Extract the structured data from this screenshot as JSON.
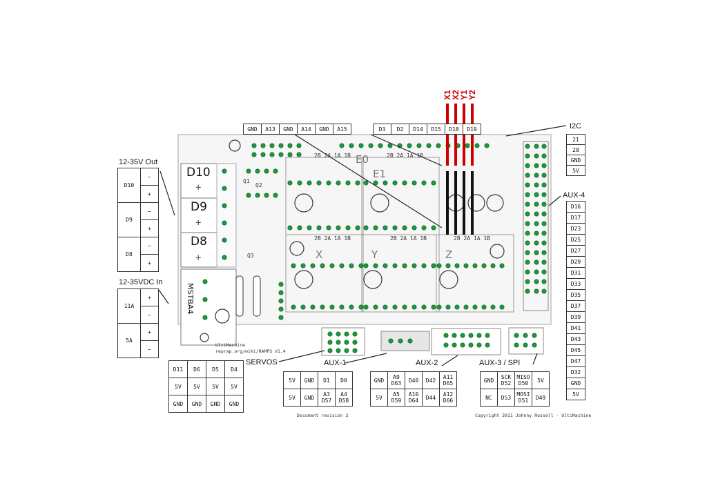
{
  "top_headers": {
    "left": [
      "GND",
      "A13",
      "GND",
      "A14",
      "GND",
      "A15"
    ],
    "right": [
      "D3",
      "D2",
      "D14",
      "D15",
      "D18",
      "D19"
    ]
  },
  "red_pins": [
    "X1",
    "X2",
    "Y1",
    "Y2"
  ],
  "labels": {
    "i2c": "I2C",
    "aux4": "AUX-4",
    "out": "12-35V Out",
    "in": "12-35VDC In",
    "servos": "SERVOS",
    "aux1": "AUX-1",
    "aux2": "AUX-2",
    "aux3": "AUX-3 / SPI"
  },
  "i2c_table": [
    "21",
    "20",
    "GND",
    "5V"
  ],
  "aux4_table": [
    "D16",
    "D17",
    "D23",
    "D25",
    "D27",
    "D29",
    "D31",
    "D33",
    "D35",
    "D37",
    "D39",
    "D41",
    "D43",
    "D45",
    "D47",
    "D32",
    "GND",
    "5V"
  ],
  "out_table": [
    {
      "name": "D10",
      "signs": [
        "−",
        "+"
      ]
    },
    {
      "name": "D9",
      "signs": [
        "−",
        "+"
      ]
    },
    {
      "name": "D8",
      "signs": [
        "−",
        "+"
      ]
    }
  ],
  "in_table": [
    {
      "name": "11A",
      "signs": [
        "+",
        "−"
      ]
    },
    {
      "name": "5A",
      "signs": [
        "+",
        "−"
      ]
    }
  ],
  "servos_table": [
    [
      "D11",
      "D6",
      "D5",
      "D4"
    ],
    [
      "5V",
      "5V",
      "5V",
      "5V"
    ],
    [
      "GND",
      "GND",
      "GND",
      "GND"
    ]
  ],
  "aux1_table": [
    [
      "5V",
      "GND",
      "D1",
      "D0"
    ],
    [
      "5V",
      "GND",
      "A3\nD57",
      "A4\nD58"
    ]
  ],
  "aux2_table": [
    [
      "GND",
      "A9\nD63",
      "D40",
      "D42",
      "A11\nD65"
    ],
    [
      "5V",
      "A5\nD59",
      "A10\nD64",
      "D44",
      "A12\nD66"
    ]
  ],
  "aux3_table": [
    [
      "GND",
      "SCK\nD52",
      "MISO\nD50",
      "5V"
    ],
    [
      "NC",
      "D53",
      "MOSI\nD51",
      "D49"
    ]
  ],
  "board_text": {
    "d10": "D10",
    "d9": "D9",
    "d8": "D8",
    "mstba4": "MSTBA4",
    "e0": "E0",
    "e1": "E1",
    "x": "X",
    "y": "Y",
    "z": "Z",
    "drv_pins": "2B 2A 1A 1B",
    "q1": "Q1",
    "q2": "Q2",
    "q3": "Q3",
    "maker": "UltiMachine",
    "url": "reprap.org/wiki/RAMPS V1.4"
  },
  "footer": {
    "revision": "Document revision 2",
    "copyright": "Copyright 2011 Johnny Russell - UltiMachine"
  },
  "colors": {
    "signal": "#cc0000",
    "ground": "#111111",
    "pad": "#1a9a3a",
    "board": "#f4f4f4"
  }
}
